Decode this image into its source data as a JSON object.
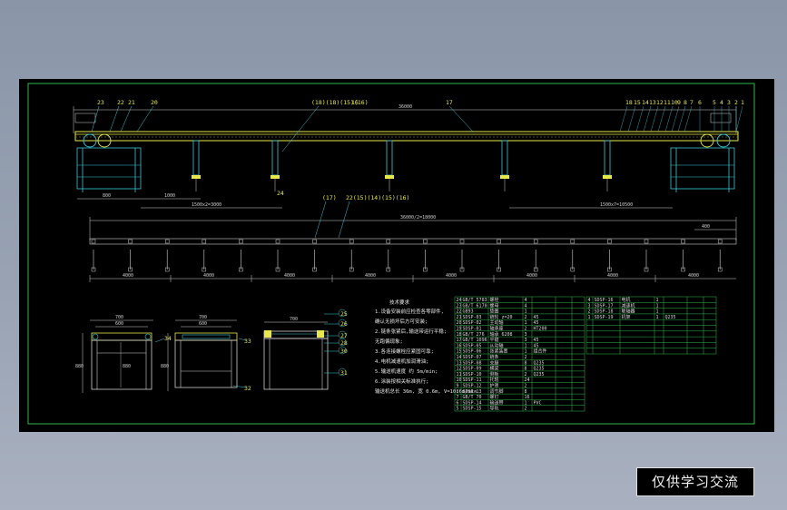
{
  "watermark": "仅供学习交流",
  "colors": {
    "background": "#98a2b3",
    "sheet": "#000000",
    "frame": "#2fb84a",
    "conveyor": "#e8e84a",
    "leader": "#3bc6d8",
    "dimension": "#cfcfcf",
    "table_grid": "#2fb84a"
  },
  "top_view": {
    "callouts_left": [
      "23",
      "22",
      "21",
      "20"
    ],
    "callouts_mid": [
      "(18)(18)(15)(16)",
      "16",
      "17"
    ],
    "callouts_right": [
      "18",
      "15",
      "14",
      "13",
      "12",
      "11",
      "10",
      "9",
      "8",
      "7",
      "6",
      "5",
      "4",
      "3",
      "2",
      "1"
    ],
    "overall_dim": "36000",
    "support_callout": "24",
    "dim_labels": [
      "800",
      "1000",
      "1500x2=3000",
      "1500x7=10500"
    ]
  },
  "plan_view": {
    "callouts": [
      "(17)",
      "22(15)(14)(15)(16)"
    ],
    "overall_dim": "36000/2=18000",
    "end_dim": "400",
    "segment_dims": [
      "4000",
      "4000",
      "4000",
      "4000",
      "4000",
      "4000",
      "4000",
      "4000"
    ]
  },
  "sections": {
    "a": {
      "width": "700",
      "inner": "600",
      "height": "880",
      "callouts": [
        "34"
      ]
    },
    "b": {
      "width": "700",
      "inner": "600",
      "height": "880",
      "callouts": [
        "33",
        "32"
      ]
    },
    "c": {
      "width": "700",
      "callouts": [
        "25",
        "26",
        "27",
        "28",
        "30",
        "31"
      ]
    }
  },
  "tech_notes": {
    "title": "技术要求",
    "lines": [
      "1.设备安装前应检查各零部件,",
      "  确认无损坏后方可安装;",
      "2.链条张紧后,输送带运行平稳;",
      "  无跑偏现象;",
      "3.各连接螺栓应紧固可靠;",
      "4.电机减速机加润滑油;",
      "5.输送机速度 约 5m/min;",
      "6.涂装按相关标准执行;",
      "  输送机总长 36m, 宽 0.6m, V=10.6m/min"
    ]
  },
  "bom": {
    "left_rows": [
      [
        "24",
        "GB/T 5783",
        "螺栓",
        "4",
        "",
        "",
        ""
      ],
      [
        "23",
        "GB/T 6170",
        "螺母",
        "4",
        "",
        "",
        ""
      ],
      [
        "22",
        "GB93",
        "垫圈",
        "1",
        "",
        "",
        ""
      ],
      [
        "21",
        "SDSP-03",
        "链轮 z=20",
        "2",
        "45",
        "",
        ""
      ],
      [
        "20",
        "SDSP-02",
        "主动轴",
        "1",
        "45",
        "",
        ""
      ],
      [
        "19",
        "SDSP-01",
        "轴承座",
        "2",
        "HT200",
        "",
        ""
      ],
      [
        "18",
        "GB/T 276",
        "轴承 6208",
        "3",
        "",
        "",
        ""
      ],
      [
        "17",
        "GB/T 1096",
        "平键",
        "3",
        "45",
        "",
        ""
      ],
      [
        "16",
        "SDSP-05",
        "从动轴",
        "1",
        "45",
        "",
        ""
      ],
      [
        "15",
        "SDSP-06",
        "张紧装置",
        "1",
        "组合件",
        "",
        ""
      ],
      [
        "14",
        "SDSP-07",
        "链条",
        "2",
        "",
        "",
        ""
      ],
      [
        "13",
        "SDSP-08",
        "支腿",
        "8",
        "Q235",
        "",
        ""
      ],
      [
        "12",
        "SDSP-09",
        "横梁",
        "8",
        "Q235",
        "",
        ""
      ],
      [
        "11",
        "SDSP-10",
        "侧板",
        "2",
        "Q235",
        "",
        ""
      ],
      [
        "10",
        "SDSP-11",
        "托辊",
        "24",
        "",
        "",
        ""
      ],
      [
        "9",
        "SDSP-12",
        "护罩",
        "2",
        "",
        "",
        ""
      ],
      [
        "8",
        "SDSP-13",
        "调节脚",
        "8",
        "",
        "",
        ""
      ],
      [
        "7",
        "GB/T 70",
        "螺钉",
        "16",
        "",
        "",
        ""
      ],
      [
        "6",
        "SDSP-14",
        "输送带",
        "1",
        "PVC",
        "",
        ""
      ],
      [
        "5",
        "SDSP-15",
        "导轨",
        "2",
        "",
        "",
        ""
      ]
    ],
    "right_rows": [
      [
        "4",
        "SDSP-16",
        "电机",
        "1",
        "",
        "",
        ""
      ],
      [
        "3",
        "SDSP-17",
        "减速机",
        "1",
        "",
        "",
        ""
      ],
      [
        "2",
        "SDSP-18",
        "联轴器",
        "1",
        "",
        "",
        ""
      ],
      [
        "1",
        "SDSP-19",
        "机架",
        "1",
        "Q235",
        "",
        ""
      ],
      [
        "",
        "",
        "",
        "",
        "",
        "",
        ""
      ],
      [
        "",
        "",
        "",
        "",
        "",
        "",
        ""
      ],
      [
        "",
        "",
        "",
        "",
        "",
        "",
        ""
      ],
      [
        "",
        "",
        "",
        "",
        "",
        "",
        ""
      ],
      [
        "",
        "",
        "",
        "",
        "",
        "",
        ""
      ],
      [
        "",
        "",
        "",
        "",
        "",
        "",
        ""
      ]
    ]
  }
}
